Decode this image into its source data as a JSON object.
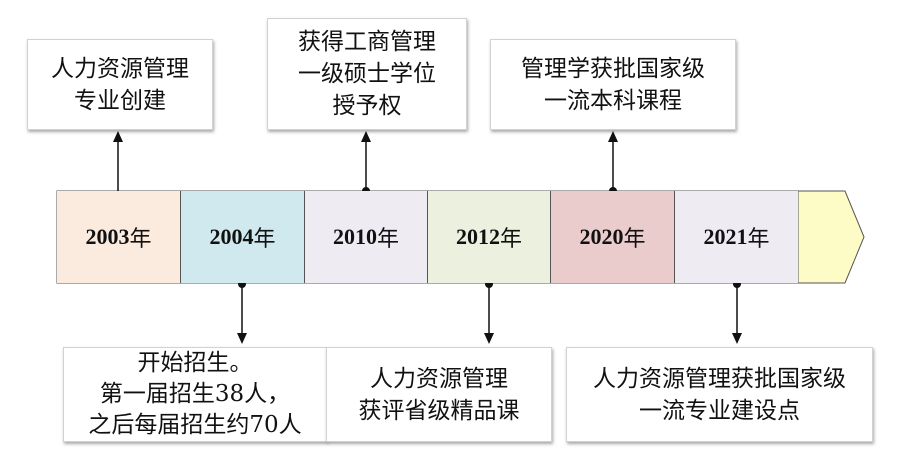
{
  "timeline": {
    "segments": [
      {
        "year": "2003",
        "suffix": "年",
        "color": "#fbebde"
      },
      {
        "year": "2004",
        "suffix": "年",
        "color": "#cfe9ef"
      },
      {
        "year": "2010",
        "suffix": "年",
        "color": "#eeebf3"
      },
      {
        "year": "2012",
        "suffix": "年",
        "color": "#ebf0df"
      },
      {
        "year": "2020",
        "suffix": "年",
        "color": "#eacccc"
      },
      {
        "year": "2021",
        "suffix": "年",
        "color": "#eeebf3"
      }
    ],
    "arrow_color": "#fdfbc6"
  },
  "events": {
    "e2003": "人力资源管理\n专业创建",
    "e2004": "开始招生。\n第一届招生38人，\n之后每届招生约70人",
    "e2010": "获得工商管理\n一级硕士学位\n授予权",
    "e2012": "人力资源管理\n获评省级精品课",
    "e2020": "管理学获批国家级\n一流本科课程",
    "e2021": "人力资源管理获批国家级\n一流专业建设点"
  }
}
